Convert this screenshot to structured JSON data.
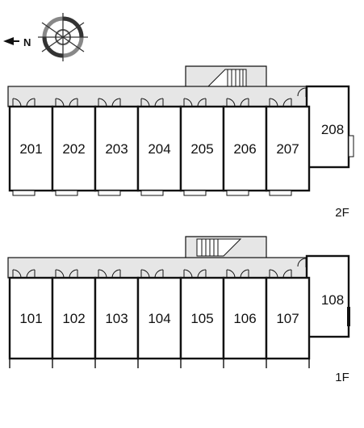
{
  "compass": {
    "north_letter": "N"
  },
  "floors": [
    {
      "label": "2F",
      "units": [
        "201",
        "202",
        "203",
        "204",
        "205",
        "206",
        "207"
      ],
      "end_unit": "208"
    },
    {
      "label": "1F",
      "units": [
        "101",
        "102",
        "103",
        "104",
        "105",
        "106",
        "107"
      ],
      "end_unit": "108"
    }
  ],
  "colors": {
    "corridor": "#e6e6e6",
    "wall": "#111111",
    "background": "#ffffff"
  }
}
